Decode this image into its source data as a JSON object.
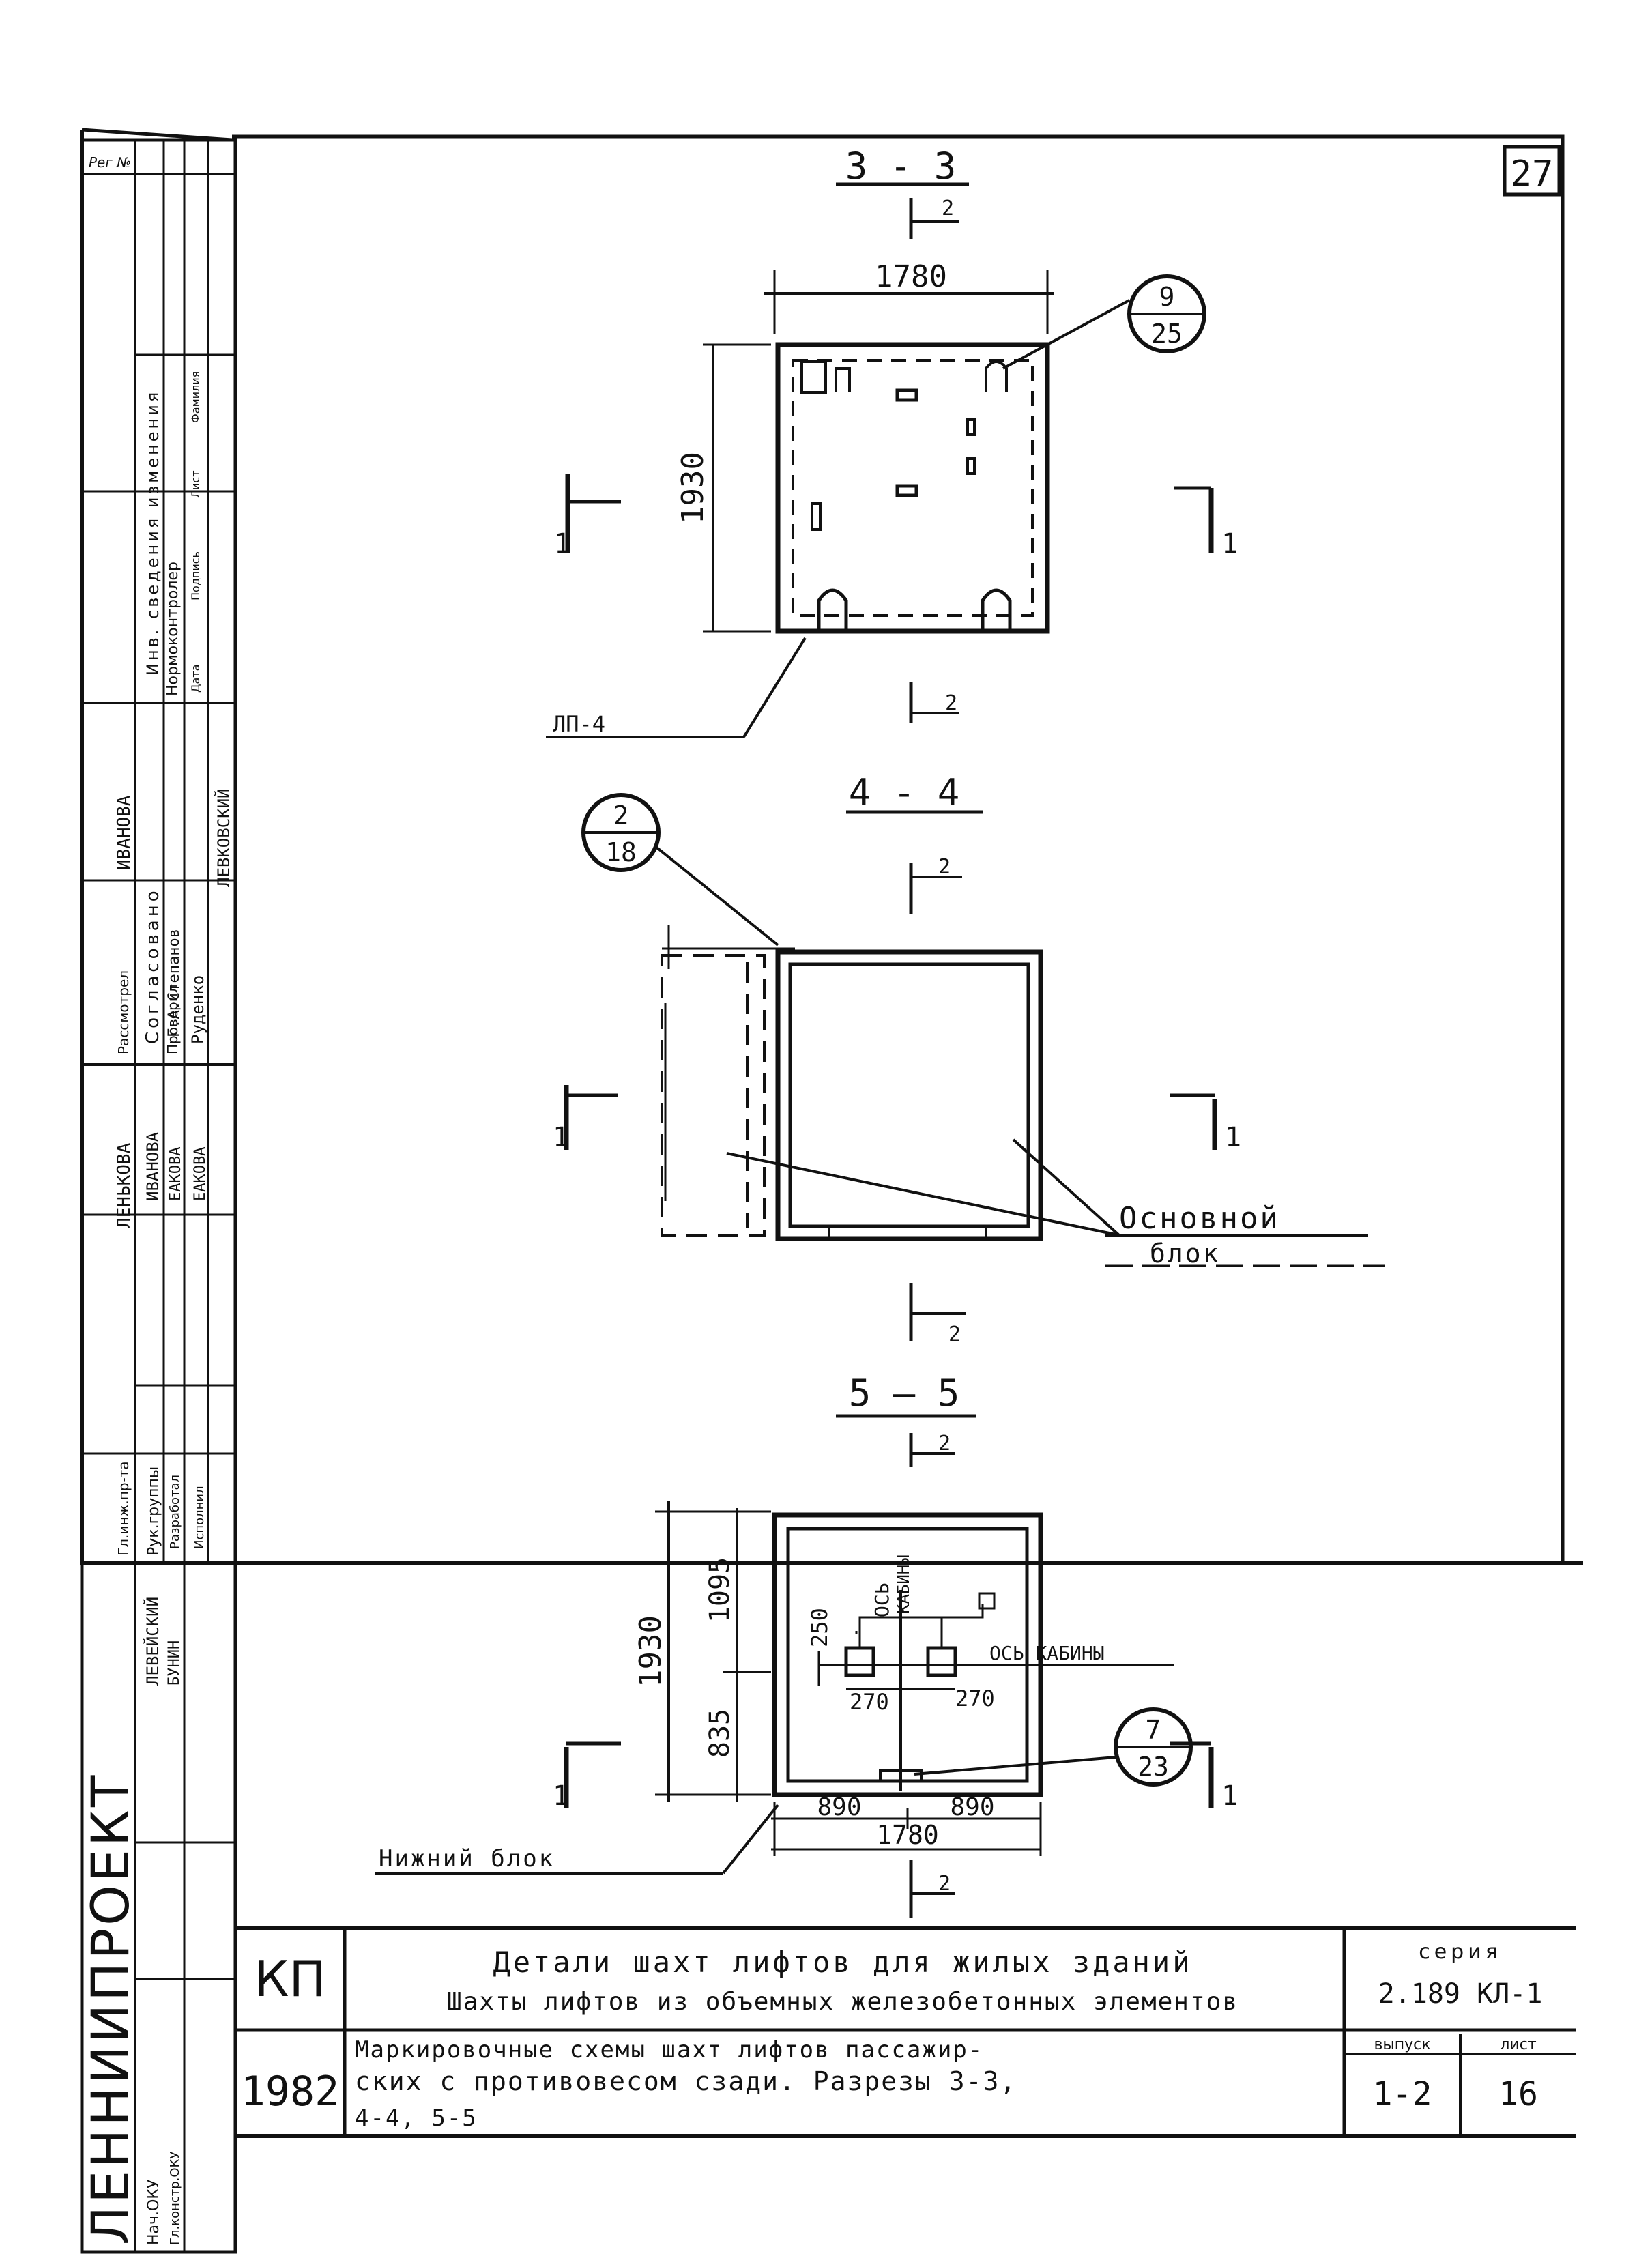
{
  "sheet_number_corner": "27",
  "sections": {
    "s33": {
      "label": "3 - 3",
      "cut_mark_top": "2",
      "cut_mark_bottom": "2",
      "width_dim": "1780",
      "height_dim": "1930",
      "callout_top": "9",
      "callout_bottom": "25",
      "element_label": "ЛП-4",
      "side_mark": "1"
    },
    "s44": {
      "label": "4 - 4",
      "cut_mark_top": "2",
      "cut_mark_bottom": "2",
      "callout_top": "2",
      "callout_bottom": "18",
      "note_line1": "Основной",
      "note_line2": "блок",
      "side_mark": "1"
    },
    "s55": {
      "label": "5 — 5",
      "cut_mark_top": "2",
      "cut_mark_bottom": "2",
      "height_dim": "1930",
      "upper_dim": "1095",
      "lower_dim": "835",
      "dim_250": "250",
      "axis_label_vertical_1": "ОСЬ",
      "axis_label_vertical_2": "КАБИНЫ",
      "axis_label_horizontal": "ОСЬ КАБИНЫ",
      "dim_270_left": "270",
      "dim_270_right": "270",
      "dim_890_left": "890",
      "dim_890_right": "890",
      "width_dim": "1780",
      "callout_top": "7",
      "callout_bottom": "23",
      "lower_block_label": "Нижний блок",
      "side_mark": "1"
    }
  },
  "title_block": {
    "org": "ЛЕННИИПРОЕКТ",
    "kp": "КП",
    "year": "1982",
    "title_line1": "Детали шахт лифтов для жилых зданий",
    "title_line2": "Шахты лифтов из объемных железобетонных элементов",
    "desc_line1": "Маркировочные схемы шахт лифтов пассажир-",
    "desc_line2": "ских с противовесом сзади. Разрезы 3-3,",
    "desc_line3": "4-4, 5-5",
    "series_label": "серия",
    "series_value": "2.189 КЛ-1",
    "issue_label": "выпуск",
    "issue_value": "1-2",
    "sheet_label": "лист",
    "sheet_value": "16"
  },
  "side_stamp": {
    "ref_no": "Рег №",
    "header_hand": "Нормоконтролер",
    "header_changes": "Инв. сведения изменения",
    "col_doc": "Дата",
    "col_subject": "Подпись",
    "col_sheet": "Лист",
    "col_signature": "Фамилия",
    "approved": "Согласовано",
    "reviewed": "Рассмотрел",
    "checked": "Проверил",
    "names_check": [
      "ИВАНОВА",
      "Г.А.Степанов",
      "Руденко",
      "ЛЕВКОВСКИЙ"
    ],
    "gl_eng": "Гл.инж.пр-та",
    "group_head": "Рук.группы",
    "developed": "Разработал",
    "executed": "Исполнил",
    "names_dev": [
      "ЛЕНЬКОВА",
      "ИВАНОВА",
      "ЕАКОВА",
      "ЕАКОВА"
    ],
    "names_chief": [
      "ЛЕВЕЙСКИЙ",
      "БУНИН"
    ],
    "head_okv": "Нач.ОКУ",
    "gl_constr": "Гл.констр.ОКУ"
  }
}
